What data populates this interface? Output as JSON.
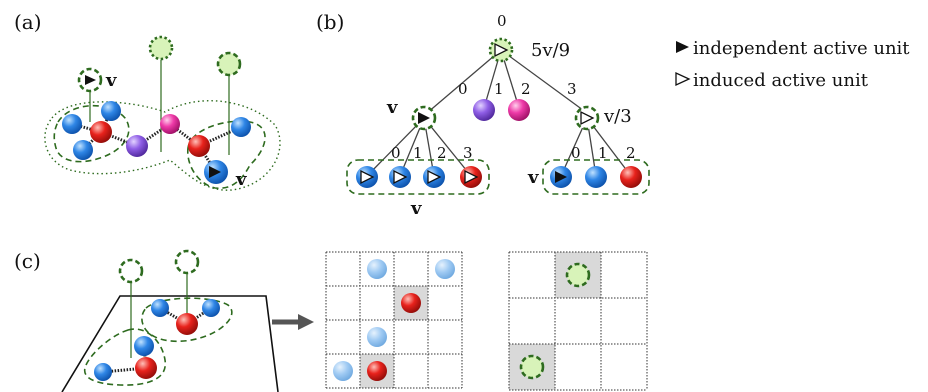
{
  "panels": {
    "a": {
      "label": "(a)",
      "vector_label": "v"
    },
    "b": {
      "label": "(b)",
      "root_index": "0",
      "root_value": "5v/9",
      "edge_indices_level1": [
        "0",
        "1",
        "2",
        "3"
      ],
      "left_node_vector": "v",
      "right_node_value": "v/3",
      "left_child_indices": [
        "0",
        "1",
        "2",
        "3"
      ],
      "right_child_indices": [
        "0",
        "1",
        "2"
      ],
      "group_left_label": "v",
      "group_right_label": "v"
    },
    "c": {
      "label": "(c)"
    }
  },
  "legend": {
    "independent": "independent active unit",
    "induced": "induced active unit"
  },
  "colors": {
    "blue": "#2f86e6",
    "red": "#e8221c",
    "purple": "#8f5ee6",
    "magenta": "#ee3aa8",
    "light_blue": "#9fcaf3",
    "green_dash": "#2e6b1f",
    "green_fill": "#d8f3b9",
    "cell_gray": "#d9d9d9"
  }
}
